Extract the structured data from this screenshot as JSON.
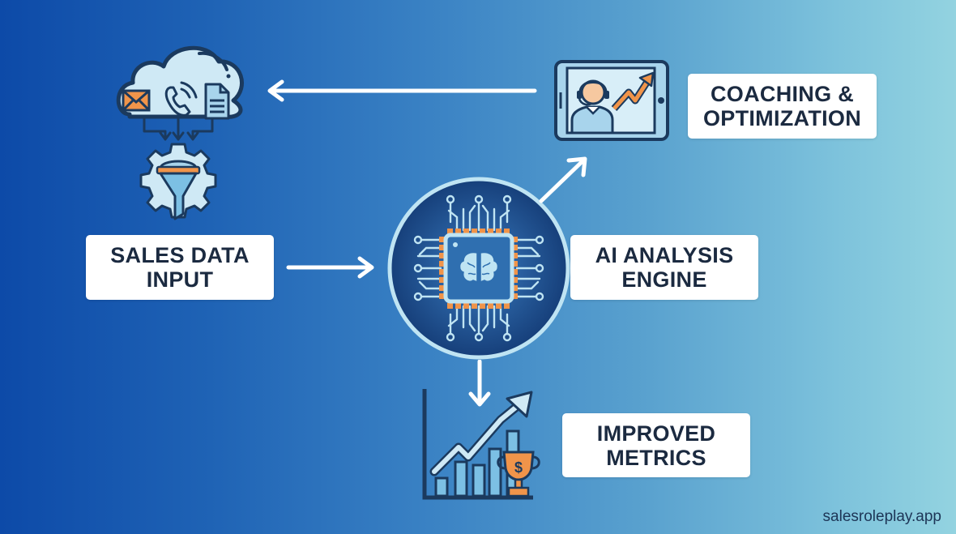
{
  "diagram": {
    "nodes": [
      {
        "id": "sales-data-input",
        "lines": [
          "SALES DATA",
          "INPUT"
        ],
        "icon": "cloud-funnel-icon"
      },
      {
        "id": "ai-analysis-engine",
        "lines": [
          "AI ANALYSIS",
          "ENGINE"
        ],
        "icon": "ai-chip-brain-icon"
      },
      {
        "id": "coaching-optimization",
        "lines": [
          "COACHING &",
          "OPTIMIZATION"
        ],
        "icon": "tablet-coach-icon"
      },
      {
        "id": "improved-metrics",
        "lines": [
          "IMPROVED",
          "METRICS"
        ],
        "icon": "growth-chart-trophy-icon"
      }
    ],
    "edges": [
      {
        "from": "sales-data-input",
        "to": "ai-analysis-engine"
      },
      {
        "from": "ai-analysis-engine",
        "to": "coaching-optimization"
      },
      {
        "from": "ai-analysis-engine",
        "to": "improved-metrics"
      },
      {
        "from": "coaching-optimization",
        "to": "sales-data-input"
      }
    ],
    "cloud_sources": [
      "email-icon",
      "phone-icon",
      "document-icon"
    ]
  },
  "colors": {
    "gradient_start": "#0d4aa8",
    "gradient_end": "#93d3e0",
    "icon_outline": "#1b3a5e",
    "icon_fill_light": "#cfe9f5",
    "accent_orange": "#f0944a",
    "chip_bg": "#1c4f8f",
    "label_text": "#1b2a40"
  },
  "footer": {
    "watermark": "salesroleplay.app"
  }
}
